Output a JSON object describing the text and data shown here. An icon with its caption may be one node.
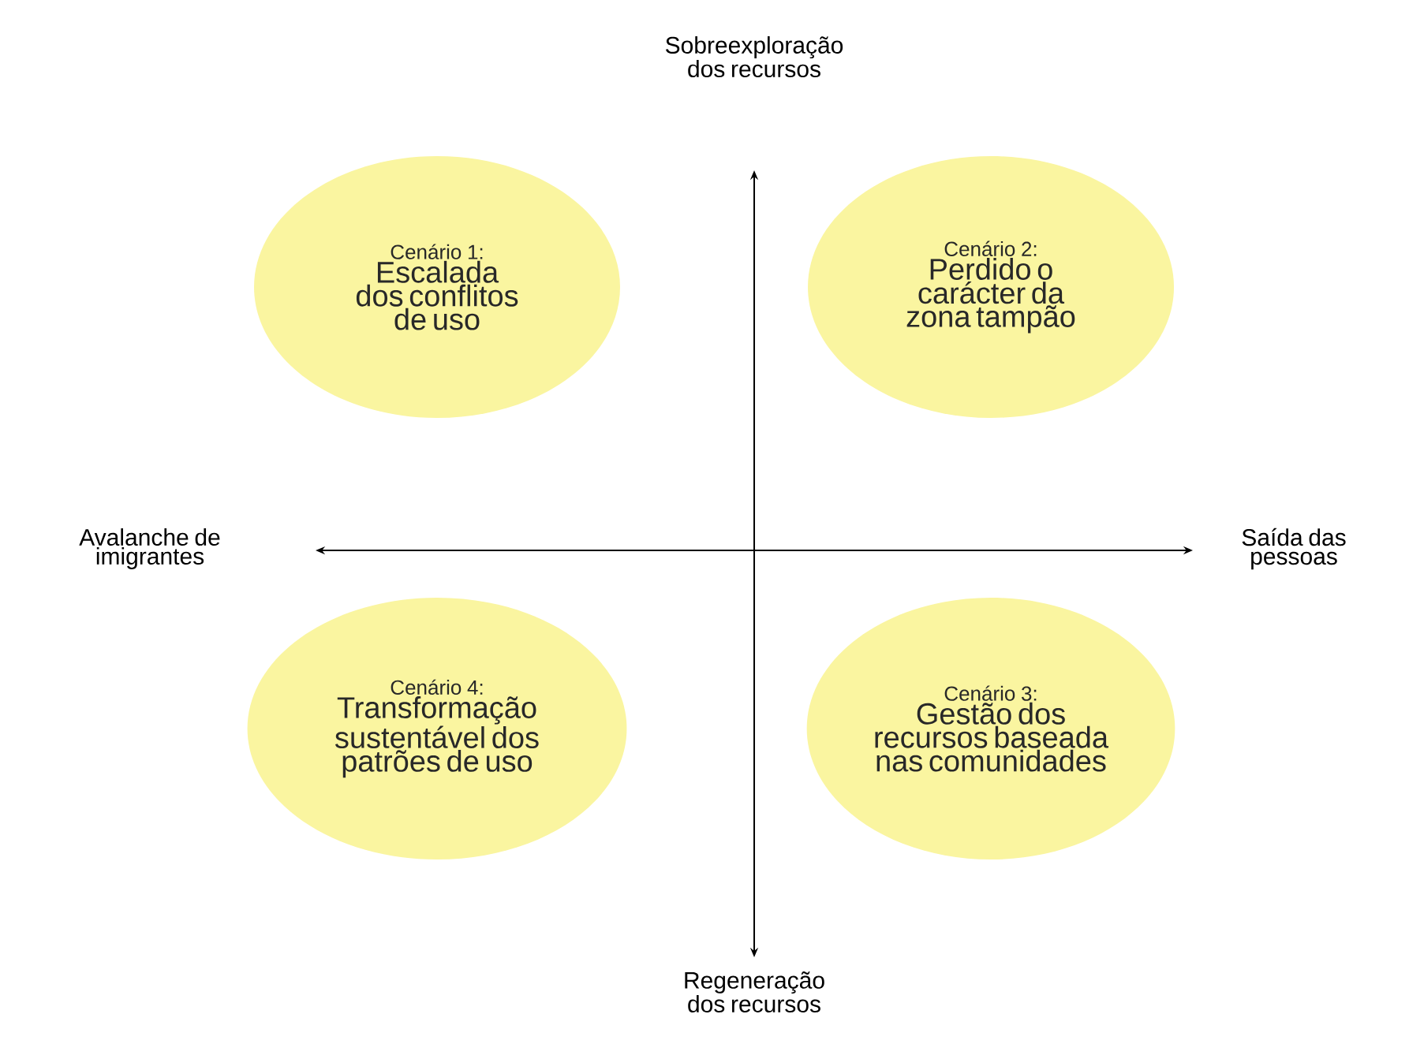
{
  "diagram": {
    "nodes": [
      {
        "text": [
          "Cenário 1:",
          "Escalada dos conflitos de uso"
        ]
      },
      {
        "text": [
          "Cenário 2:",
          "Perdido o carácter da zona tampão"
        ]
      },
      {
        "text": [
          "Cenário 4:",
          "Transformação sustentável dos patrões de uso"
        ]
      },
      {
        "text": [
          "Cenário 3:",
          "Gestão dos recursos baseada nas comunidades"
        ]
      }
    ],
    "labels": [
      "Sobreexploração dos recursos",
      "Avalanche de imigrantes",
      "Saída das pessoas",
      "Regeneração dos recursos"
    ]
  }
}
